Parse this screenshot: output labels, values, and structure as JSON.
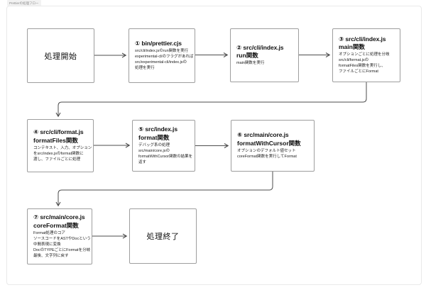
{
  "frame": {
    "label": "Prettierの処理フロー"
  },
  "colors": {
    "line": "#4d4d4d",
    "box_border": "#9e9e9e",
    "frame_border": "#e9e9e9"
  },
  "nodes": {
    "start": {
      "label": "処理開始"
    },
    "end": {
      "label": "処理終了"
    },
    "step1": {
      "badge": "①",
      "file": "bin/prettier.cjs",
      "func": "",
      "lines": [
        "src/cli/index.jsのrun関数を実行",
        "experimental-cliのフラグがあれば",
        "src/experimental-cli/index.jsの",
        "処理を実行"
      ]
    },
    "step2": {
      "badge": "②",
      "file": "src/cli/index.js",
      "func": "run関数",
      "lines": [
        "main関数を実行"
      ]
    },
    "step3": {
      "badge": "③",
      "file": "src/cli/index.js",
      "func": "main関数",
      "lines": [
        "オプションごとに処理を分岐",
        "src/cli/format.jsの",
        "formatFiles関数を実行し、",
        "ファイルごとにFormat"
      ]
    },
    "step4": {
      "badge": "④",
      "file": "src/cli/format.js",
      "func": "formatFiles関数",
      "lines": [
        "コンテキスト、入力、オプション",
        "をsrc/index.jsのformat関数に",
        "渡し、ファイルごとに処理"
      ]
    },
    "step5": {
      "badge": "⑤",
      "file": "src/index.js",
      "func": "format関数",
      "lines": [
        "デバッグ系の処理",
        "src/main/core.jsの",
        "formatWithCursor関数の結果を",
        "返す"
      ]
    },
    "step6": {
      "badge": "⑥",
      "file": "src/main/core.js",
      "func": "formatWithCursor関数",
      "lines": [
        "オプションのデフォルト値セット",
        "coreFormat関数を実行してFormat"
      ]
    },
    "step7": {
      "badge": "⑦",
      "file": "src/main/core.js",
      "func": "coreFormat関数",
      "lines": [
        "Format処理のコア",
        "ソースコードをASTやDocという",
        "中間表現に変換",
        "DocのTYPEごとにFormatを分岐",
        "最後、文字列に戻す"
      ]
    }
  }
}
